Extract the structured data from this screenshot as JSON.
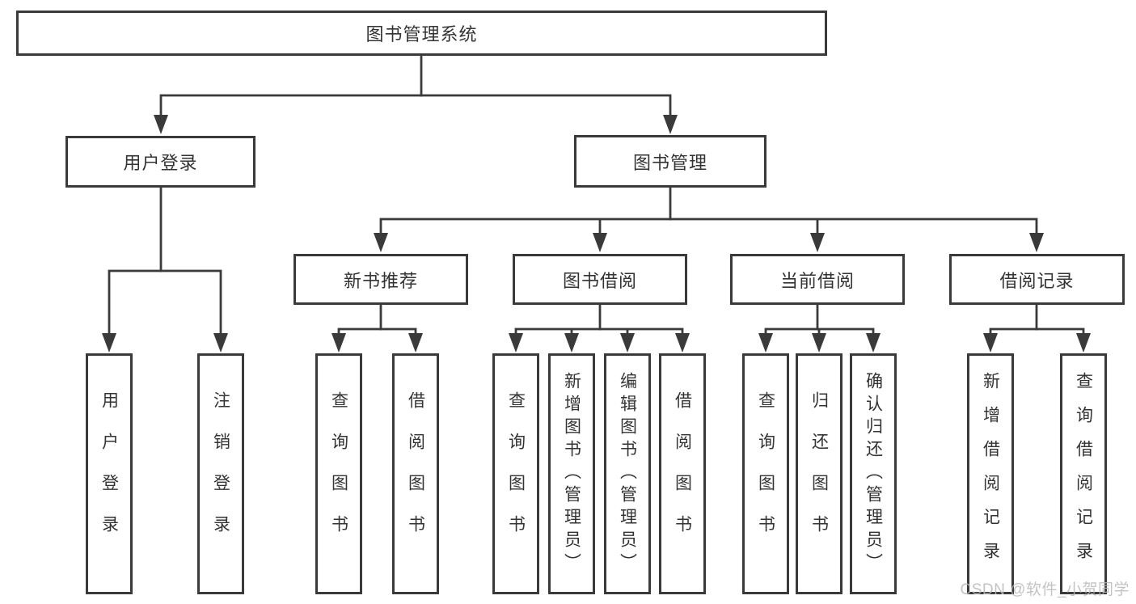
{
  "colors": {
    "line": "#3a3a3a",
    "text": "#333333",
    "watermark": "#b9b9b9",
    "background": "#ffffff"
  },
  "tree": {
    "root": {
      "label": "图书管理系统"
    },
    "branches": [
      {
        "label": "用户登录",
        "leaves": [
          "用户登录",
          "注销登录"
        ]
      },
      {
        "label": "图书管理",
        "sections": [
          {
            "label": "新书推荐",
            "leaves": [
              "查询图书",
              "借阅图书"
            ]
          },
          {
            "label": "图书借阅",
            "leaves": [
              "查询图书",
              "新增图书（管理员）",
              "编辑图书（管理员）",
              "借阅图书"
            ]
          },
          {
            "label": "当前借阅",
            "leaves": [
              "查询图书",
              "归还图书",
              "确认归还（管理员）"
            ]
          },
          {
            "label": "借阅记录",
            "leaves": [
              "新增借阅记录",
              "查询借阅记录"
            ]
          }
        ]
      }
    ]
  },
  "watermark": {
    "text": "CSDN @软件_小贺同学"
  }
}
